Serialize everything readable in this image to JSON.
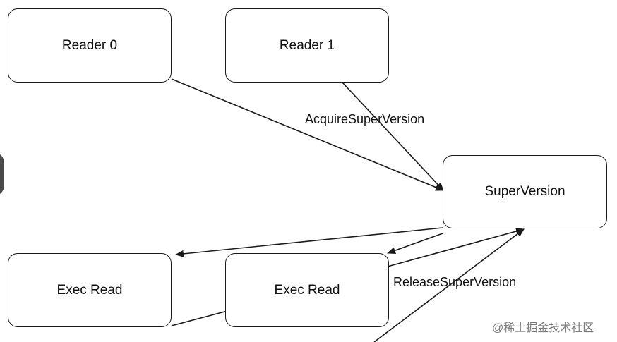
{
  "diagram": {
    "nodes": {
      "reader0": "Reader 0",
      "reader1": "Reader 1",
      "superversion": "SuperVersion",
      "exec_read_left": "Exec Read",
      "exec_read_mid": "Exec Read"
    },
    "edge_labels": {
      "acquire": "AcquireSuperVersion",
      "release": "ReleaseSuperVersion"
    }
  },
  "watermark": {
    "text": "@稀土掘金技术社区"
  },
  "colors": {
    "stroke": "#1a1a1a",
    "background": "#ffffff",
    "text": "#111111"
  }
}
